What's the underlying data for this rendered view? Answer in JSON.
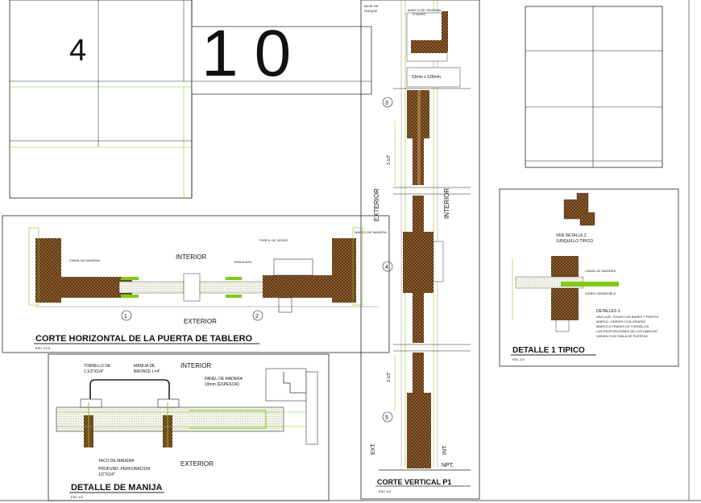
{
  "title_block": {
    "sheet_number": "4",
    "big_label": "10"
  },
  "corte_horizontal": {
    "title": "CORTE HORIZONTAL DE LA PUERTA DE TABLERO",
    "scale": "ESC 1/2.5",
    "interior": "INTERIOR",
    "exterior": "EXTERIOR",
    "callout_1": "1",
    "callout_2": "2"
  },
  "detalle_manija": {
    "title": "DETALLE DE MANIJA",
    "scale": "ESC 1/2",
    "interior": "INTERIOR",
    "exterior": "EXTERIOR",
    "tornillo": "TORNILLO DE",
    "tornillo_spec": "1.1/2\"X1/4\"",
    "manija": "MANIJA DE",
    "manija_spec": "BRONCE L=4\"",
    "panel": "PANEL DE MADERA",
    "panel_spec": "19mm (ESPESOR)",
    "tarugo": "TACO DE MADERA",
    "perforacion": "PROFUND. PERFORACION",
    "perforacion_spec": "1/2\"X1/4\""
  },
  "corte_vertical": {
    "title": "CORTE VERTICAL  P1",
    "scale": "ESC 1/2",
    "interior": "INTERIOR",
    "exterior": "EXTERIOR",
    "ext": "EXT.",
    "int": "INT.",
    "npt": "NPT.",
    "vano": "53mm x 129mm.",
    "callout_3": "3",
    "callout_4": "4",
    "callout_5": "5",
    "dim_1": "3-1/2\"",
    "dim_2": "3-1/2\""
  },
  "detalle_1": {
    "title": "DETALLE 1 TIPICO",
    "scale": "ESC 1/2",
    "ver_detalle": "VER DETALLE 2",
    "junquillo": "JUNQUILLO TIPICO",
    "detalles_head": "DETALLES 1:"
  },
  "colors": {
    "line": "#1a1a1a",
    "green": "#7ecb1a",
    "wood": "#8a5a2b",
    "wood_dark": "#5a3410",
    "frame": "#9bbf5a"
  }
}
